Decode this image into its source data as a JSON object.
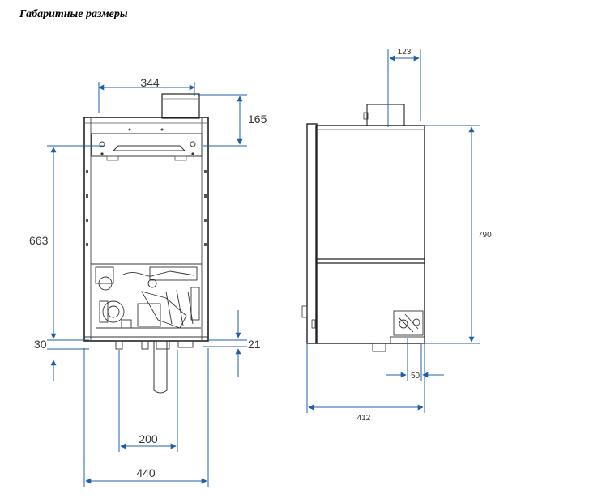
{
  "title": "Габаритные размеры",
  "colors": {
    "dimension_line": "#1f5fa8",
    "outline": "#222222",
    "light": "#777777"
  },
  "front_view": {
    "dims": {
      "width_top": "344",
      "height_top": "165",
      "height_main": "663",
      "bottom_left": "30",
      "bottom_right": "21",
      "pipe_spacing": "200",
      "total_width": "440"
    }
  },
  "side_view": {
    "dims": {
      "top_offset": "123",
      "height": "790",
      "bottom_offset": "50",
      "depth": "412"
    }
  }
}
